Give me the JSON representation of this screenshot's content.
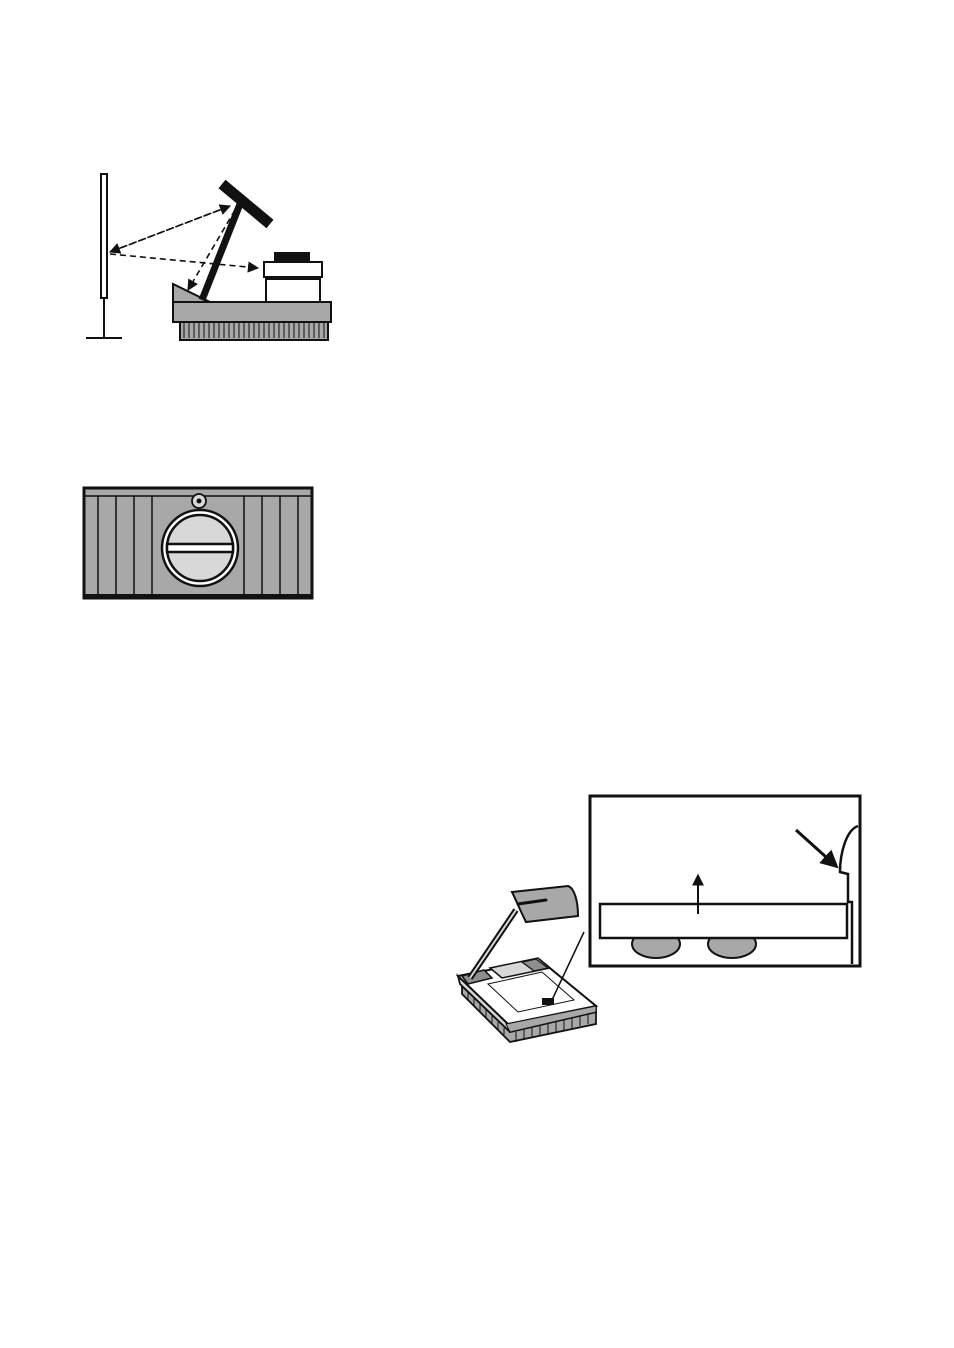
{
  "page": {
    "background": "#ffffff"
  },
  "figures": [
    {
      "id": "projection-setup",
      "components": [
        "projection-screen-icon",
        "mirror-head-icon",
        "lamp-arm-icon",
        "projector-base-icon",
        "lens-unit-icon",
        "light-path-arrows"
      ]
    },
    {
      "id": "rear-vent-panel",
      "components": [
        "vent-panel-icon",
        "lamp-cover-icon",
        "cover-screw-icon"
      ]
    },
    {
      "id": "lamp-replacement-detail",
      "components": [
        "overhead-projector-icon",
        "detail-callout-icon",
        "lift-direction-arrow-icon",
        "pointer-arrow-icon"
      ]
    }
  ],
  "colors": {
    "line": "#111111",
    "gray_dark": "#8e8e8e",
    "gray_mid": "#a8a8a8",
    "gray_light": "#d8d8d8",
    "white": "#ffffff"
  }
}
